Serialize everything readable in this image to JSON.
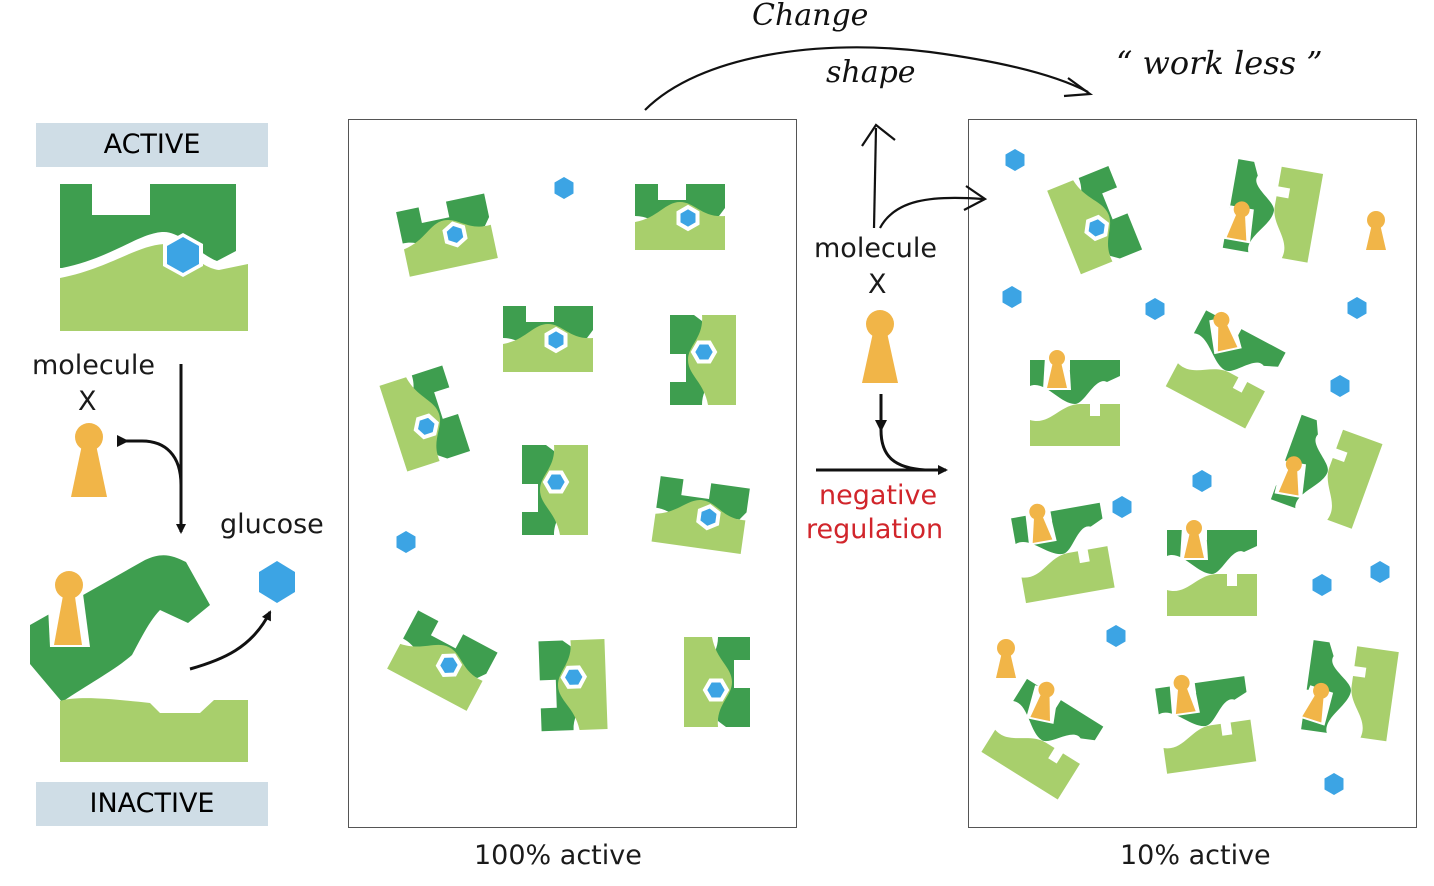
{
  "left": {
    "active_label": "ACTIVE",
    "inactive_label": "INACTIVE",
    "molecule_label": "molecule",
    "molecule_x": "X",
    "glucose_label": "glucose"
  },
  "panels": {
    "left_caption": "100% active",
    "right_caption": "10% active"
  },
  "middle": {
    "molecule_label": "molecule",
    "molecule_x": "X",
    "negative": "negative",
    "regulation": "regulation"
  },
  "annotations": {
    "change": "Change",
    "shape": "shape",
    "work_less": "“ work less ”"
  },
  "colors": {
    "dark_green": "#3e9e4f",
    "light_green": "#a8cf6c",
    "glucose_blue": "#3ca4e4",
    "molecule_orange": "#f1b548",
    "label_box": "#cfdde6",
    "negative_regulation_red": "#d1252b"
  }
}
